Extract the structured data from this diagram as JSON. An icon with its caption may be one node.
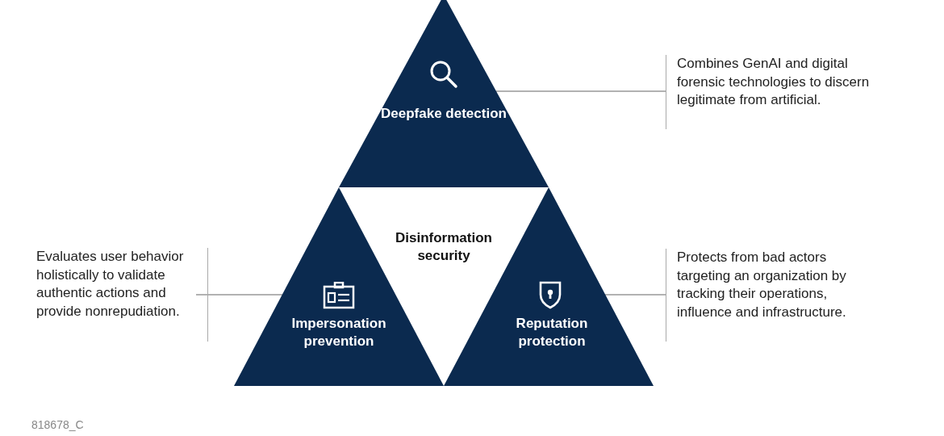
{
  "diagram": {
    "nodes": [
      {
        "text": [
          "Deepfake detection"
        ]
      },
      {
        "text": [
          "Disinformation security"
        ]
      },
      {
        "text": [
          "Impersonation prevention"
        ]
      },
      {
        "text": [
          "Reputation protection"
        ]
      },
      {
        "text": [
          "Combines GenAI and digital forensic technologies to discern legitimate from artificial."
        ]
      },
      {
        "text": [
          "Evaluates user behavior holistically to validate authentic actions and provide nonrepudiation."
        ]
      },
      {
        "text": [
          "Protects from bad actors targeting an organization by tracking their operations, influence and infrastructure."
        ]
      }
    ],
    "edges": [
      {
        "from": 0,
        "to": 4,
        "arrow": "none"
      },
      {
        "from": 5,
        "to": 2,
        "arrow": "none"
      },
      {
        "from": 3,
        "to": 6,
        "arrow": "none"
      }
    ],
    "labels": [
      "818678_C"
    ]
  }
}
